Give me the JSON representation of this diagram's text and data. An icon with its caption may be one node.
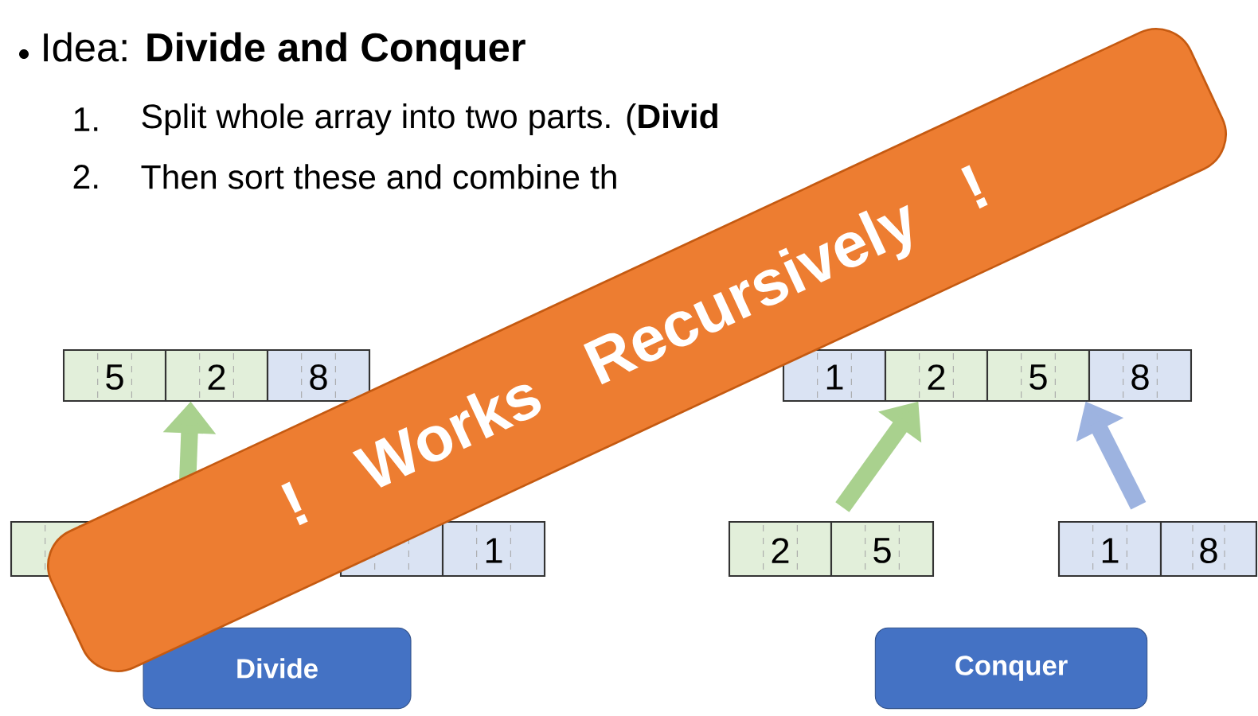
{
  "diagram": {
    "nodes": [
      {
        "text": [
          "5",
          "2",
          "8"
        ]
      },
      {
        "text": [
          "1"
        ]
      },
      {
        "text": [
          "1",
          "2",
          "5",
          "8"
        ]
      },
      {
        "text": [
          "2",
          "5"
        ]
      },
      {
        "text": [
          "1",
          "8"
        ]
      },
      {
        "text": [
          "Divide"
        ]
      },
      {
        "text": [
          "Conquer"
        ]
      },
      {
        "text": [
          "! Works Recursively !"
        ]
      }
    ],
    "edges": [
      {
        "from": 1,
        "to": 0,
        "arrow": "to",
        "color": "#a9d18e"
      },
      {
        "from": 3,
        "to": 2,
        "arrow": "to",
        "color": "#a9d18e"
      },
      {
        "from": 4,
        "to": 2,
        "arrow": "to",
        "color": "#9db3e0"
      }
    ],
    "labels": [
      "Idea: **Divide and Conquer**",
      "1.",
      "Split whole array into two parts. (**Divid**",
      "2.",
      "Then sort these and combine th"
    ]
  }
}
